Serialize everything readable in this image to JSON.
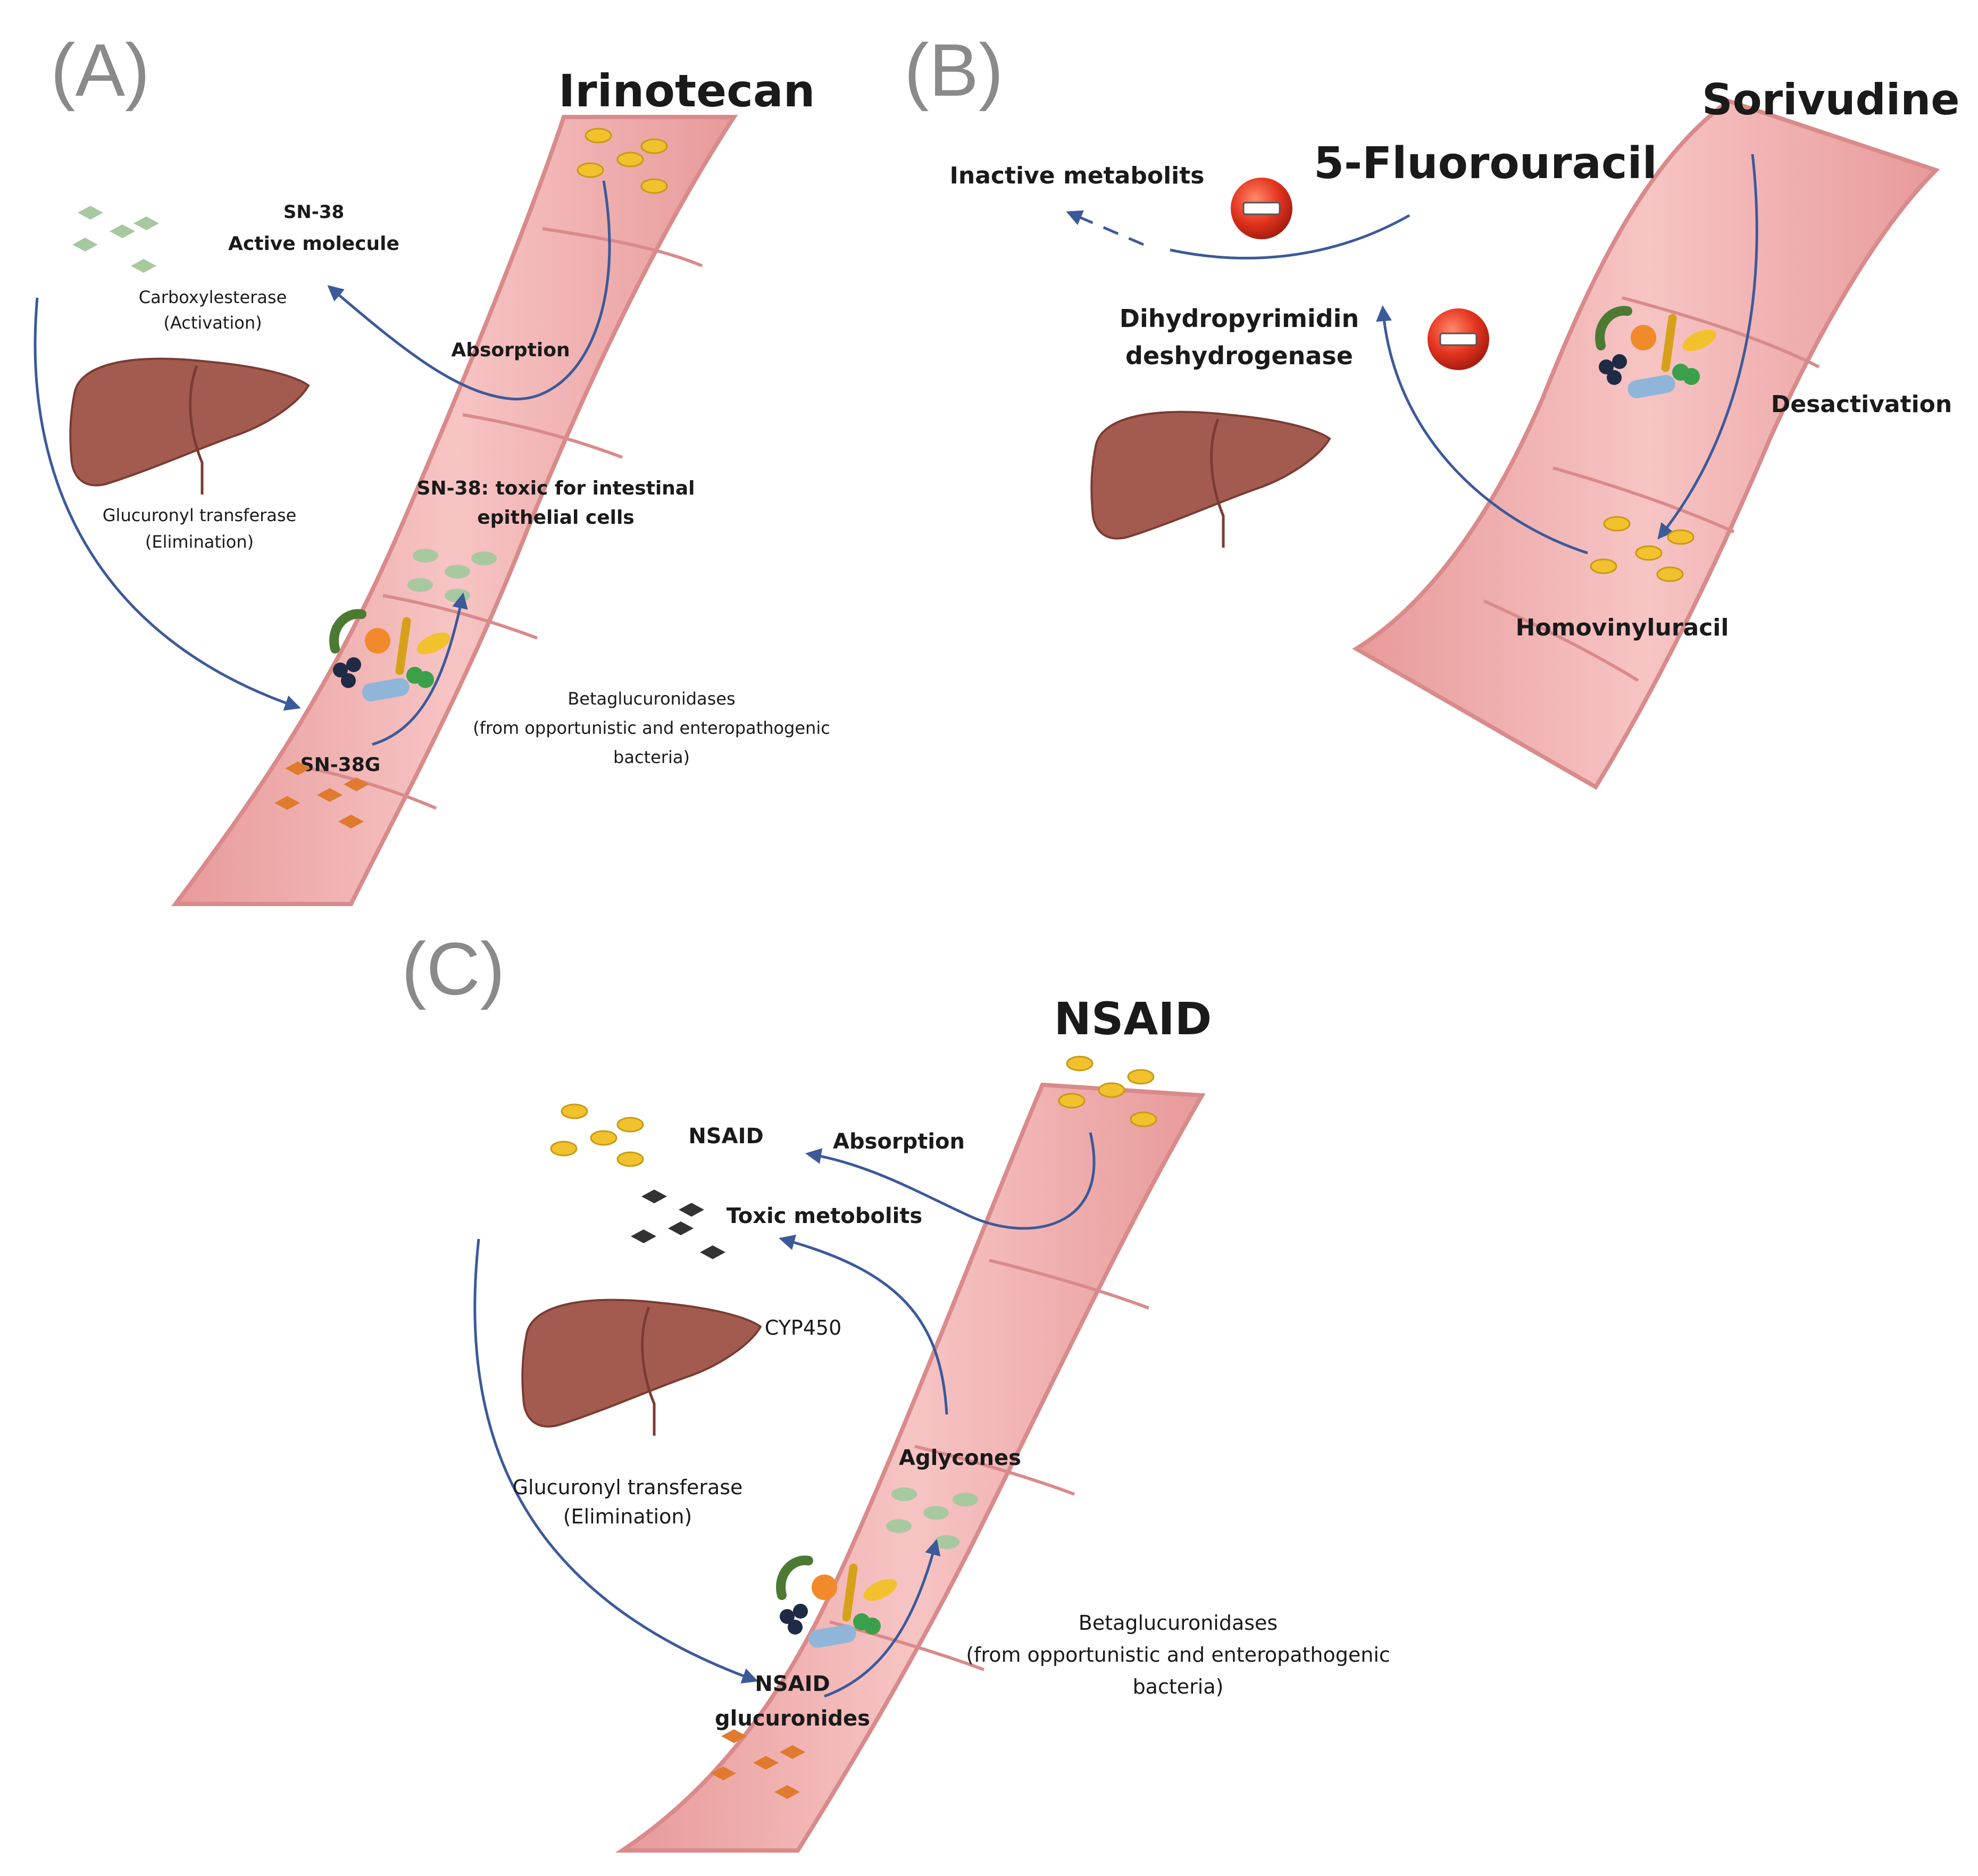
{
  "panel_a": {
    "tag": "(A)",
    "drug": "Irinotecan",
    "sn38_line1": "SN-38",
    "sn38_line2": "Active molecule",
    "carboxyl_line1": "Carboxylesterase",
    "carboxyl_line2": "(Activation)",
    "absorption": "Absorption",
    "toxic_line1": "SN-38: toxic for intestinal",
    "toxic_line2": "epithelial cells",
    "glucuronyl_line1": "Glucuronyl transferase",
    "glucuronyl_line2": "(Elimination)",
    "sn38g": "SN-38G",
    "beta_line1": "Betaglucuronidases",
    "beta_line2": "(from opportunistic and enteropathogenic",
    "beta_line3": "bacteria)"
  },
  "panel_b": {
    "tag": "(B)",
    "drug": "Sorivudine",
    "fluorouracil": "5-Fluorouracil",
    "inactive": "Inactive metabolits",
    "dpd_line1": "Dihydropyrimidin",
    "dpd_line2": "deshydrogenase",
    "desactivation": "Desactivation",
    "homovinyluracil": "Homovinyluracil"
  },
  "panel_c": {
    "tag": "(C)",
    "drug": "NSAID",
    "nsaid": "NSAID",
    "absorption": "Absorption",
    "toxic": "Toxic metobolits",
    "cyp450": "CYP450",
    "aglycones": "Aglycones",
    "glucuronyl_line1": "Glucuronyl transferase",
    "glucuronyl_line2": "(Elimination)",
    "glucuronides_line1": "NSAID",
    "glucuronides_line2": "glucuronides",
    "beta_line1": "Betaglucuronidases",
    "beta_line2": "(from opportunistic and enteropathogenic",
    "beta_line3": "bacteria)"
  },
  "icons": [
    "liver-icon",
    "intestine-icon",
    "bacteria-cluster-icon",
    "minus-inhibition-icon",
    "pill-icon"
  ],
  "colors": {
    "intestine": "#f4b8b8",
    "intestine_edge": "#d98a8a",
    "liver": "#a35b50",
    "arrow": "#3b5a9a",
    "drug_pill": "#f2c12e",
    "active_pill": "#a8c8a0",
    "glucuronide_pill": "#e07a2e",
    "toxic_pill": "#333333",
    "inhibitor": "#e4341f"
  }
}
